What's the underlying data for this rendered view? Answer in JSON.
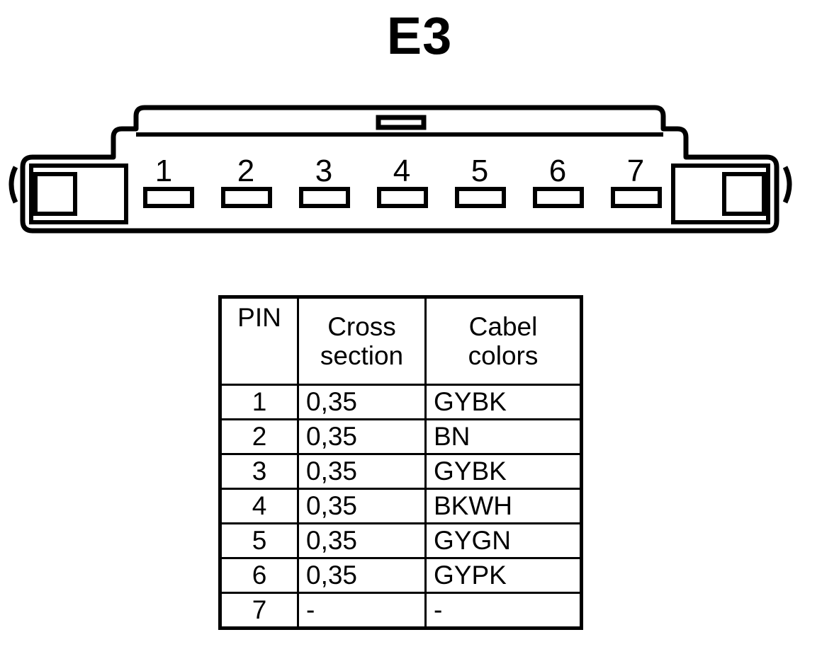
{
  "title": "E3",
  "connector": {
    "name": "7-way flat connector front view",
    "pin_count": 7,
    "pin_labels": [
      "1",
      "2",
      "3",
      "4",
      "5",
      "6",
      "7"
    ],
    "stroke_color": "#000000",
    "fill_color": "#ffffff",
    "features": {
      "top_tab_notch": "latch-notch",
      "left_end_cap": "left-locking-tab",
      "right_end_cap": "right-locking-tab"
    }
  },
  "table": {
    "headers": {
      "pin": "PIN",
      "cross_section_line1": "Cross",
      "cross_section_line2": "section",
      "cable_colors_line1": "Cabel",
      "cable_colors_line2": "colors"
    },
    "rows": [
      {
        "pin": "1",
        "cross_section": "0,35",
        "cable_colors": "GYBK"
      },
      {
        "pin": "2",
        "cross_section": "0,35",
        "cable_colors": "BN"
      },
      {
        "pin": "3",
        "cross_section": "0,35",
        "cable_colors": "GYBK"
      },
      {
        "pin": "4",
        "cross_section": "0,35",
        "cable_colors": "BKWH"
      },
      {
        "pin": "5",
        "cross_section": "0,35",
        "cable_colors": "GYGN"
      },
      {
        "pin": "6",
        "cross_section": "0,35",
        "cable_colors": "GYPK"
      },
      {
        "pin": "7",
        "cross_section": "-",
        "cable_colors": "-"
      }
    ]
  }
}
